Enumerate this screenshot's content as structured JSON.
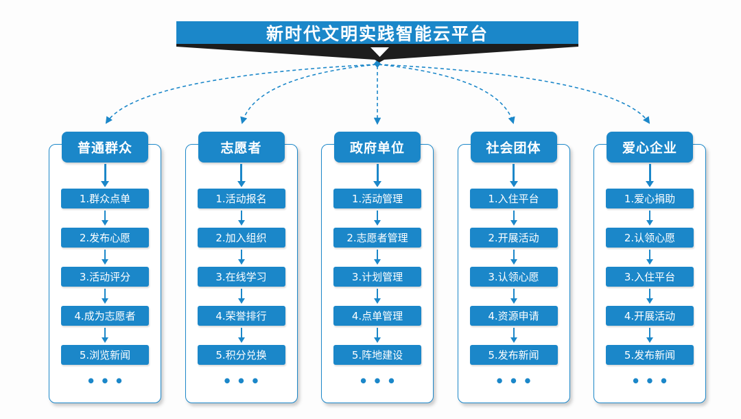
{
  "title": {
    "text": "新时代文明实践智能云平台"
  },
  "colors": {
    "primary": "#1b87c9",
    "ribbon": "#1d1d1d",
    "background": "#fdfdfd"
  },
  "ellipsis": "•••",
  "columns": [
    {
      "header": "普通群众",
      "items": [
        "1.群众点单",
        "2.发布心愿",
        "3.活动评分",
        "4.成为志愿者",
        "5.浏览新闻"
      ]
    },
    {
      "header": "志愿者",
      "items": [
        "1.活动报名",
        "2.加入组织",
        "3.在线学习",
        "4.荣誉排行",
        "5.积分兑换"
      ]
    },
    {
      "header": "政府单位",
      "items": [
        "1.活动管理",
        "2.志愿者管理",
        "3.计划管理",
        "4.点单管理",
        "5.阵地建设"
      ]
    },
    {
      "header": "社会团体",
      "items": [
        "1.入住平台",
        "2.开展活动",
        "3.认领心愿",
        "4.资源申请",
        "5.发布新闻"
      ]
    },
    {
      "header": "爱心企业",
      "items": [
        "1.爱心捐助",
        "2.认领心愿",
        "3.入住平台",
        "4.开展活动",
        "5.发布新闻"
      ]
    }
  ]
}
